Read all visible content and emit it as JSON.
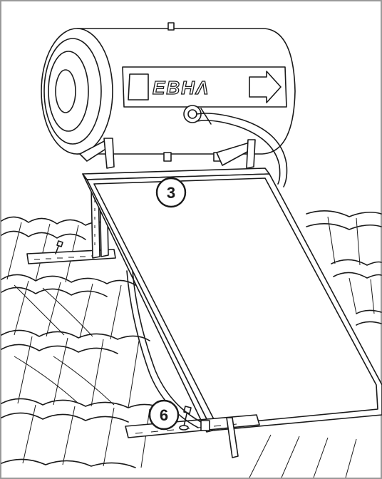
{
  "brand": {
    "logo_text": "ΕΒΗΛ"
  },
  "callouts": [
    {
      "label": "3"
    },
    {
      "label": "6"
    }
  ]
}
